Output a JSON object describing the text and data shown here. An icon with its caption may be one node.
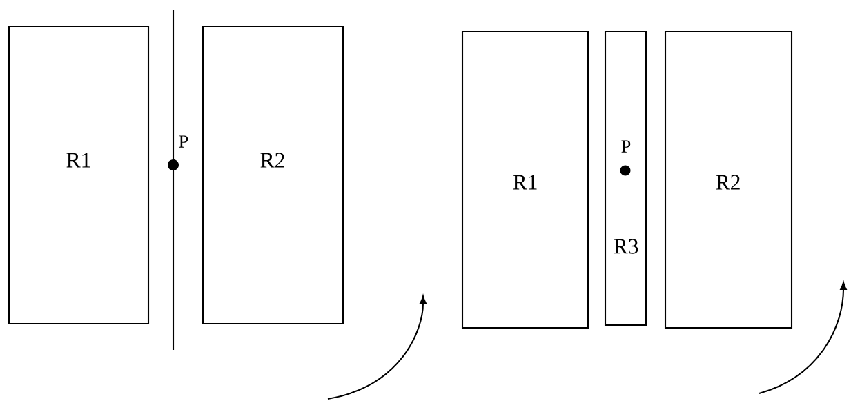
{
  "diagram": {
    "nodes": [
      {
        "text": [
          "R1"
        ]
      },
      {
        "text": [
          "R2"
        ]
      },
      {
        "text": [
          "R1"
        ]
      },
      {
        "text": [
          "P",
          "R3"
        ]
      },
      {
        "text": [
          "R2"
        ]
      }
    ],
    "labels": [
      "P"
    ]
  }
}
